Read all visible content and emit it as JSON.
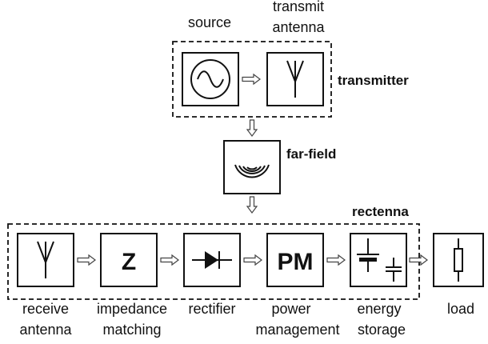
{
  "labels": {
    "source": "source",
    "transmit_line1": "transmit",
    "transmit_line2": "antenna",
    "transmitter": "transmitter",
    "far_field": "far-field",
    "rectenna": "rectenna"
  },
  "blocks": {
    "impedance_symbol": "Z",
    "power_management_symbol": "PM"
  },
  "bottom_labels": {
    "receive_line1": "receive",
    "receive_line2": "antenna",
    "impedance_line1": "impedance",
    "impedance_line2": "matching",
    "rectifier": "rectifier",
    "power_line1": "power",
    "power_line2": "management",
    "energy_line1": "energy",
    "energy_line2": "storage",
    "load": "load"
  },
  "icons": {
    "source": "sine-wave-source-icon",
    "transmit_antenna": "antenna-icon",
    "far_field": "radiating-waves-icon",
    "receive_antenna": "antenna-icon",
    "rectifier": "diode-icon",
    "energy_storage": "capacitor-icon",
    "load": "resistor-icon"
  }
}
